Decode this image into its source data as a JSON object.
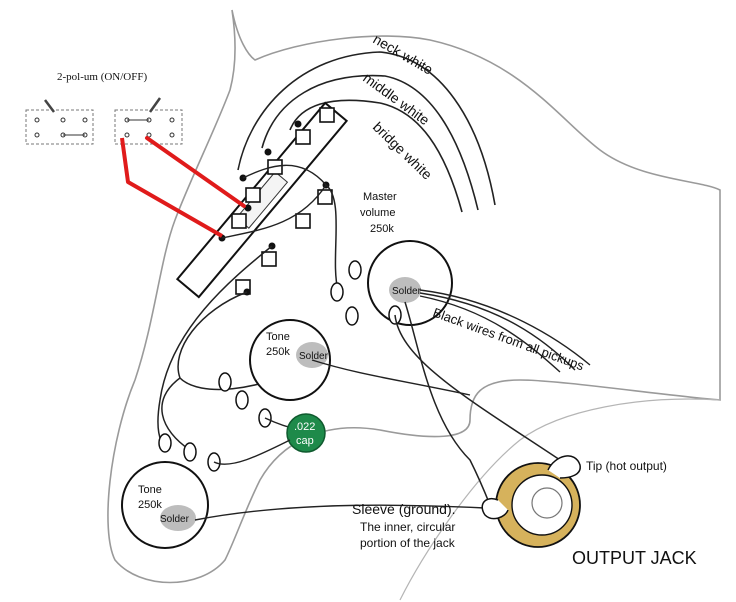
{
  "switch_caption": "2-pol-um (ON/OFF)",
  "wires": {
    "neck": "neck white",
    "middle": "middle white",
    "bridge": "bridge white",
    "black": "Black wires from all pickups"
  },
  "master_volume": {
    "title": "Master",
    "subtitle": "volume",
    "value": "250k",
    "solder": "Solder"
  },
  "tone_top": {
    "title": "Tone",
    "value": "250k",
    "solder": "Solder"
  },
  "tone_bottom": {
    "title": "Tone",
    "value": "250k",
    "solder": "Solder"
  },
  "capacitor": {
    "value": ".022",
    "unit": "cap",
    "color": "#1e8a4a"
  },
  "jack": {
    "tip": "Tip (hot output)",
    "sleeve_title": "Sleeve (ground).",
    "sleeve_line1": "The inner, circular",
    "sleeve_line2": "portion of the jack",
    "label": "OUTPUT JACK",
    "ring_color": "#d6b25c"
  },
  "added_wire_color": "#e01b1b"
}
